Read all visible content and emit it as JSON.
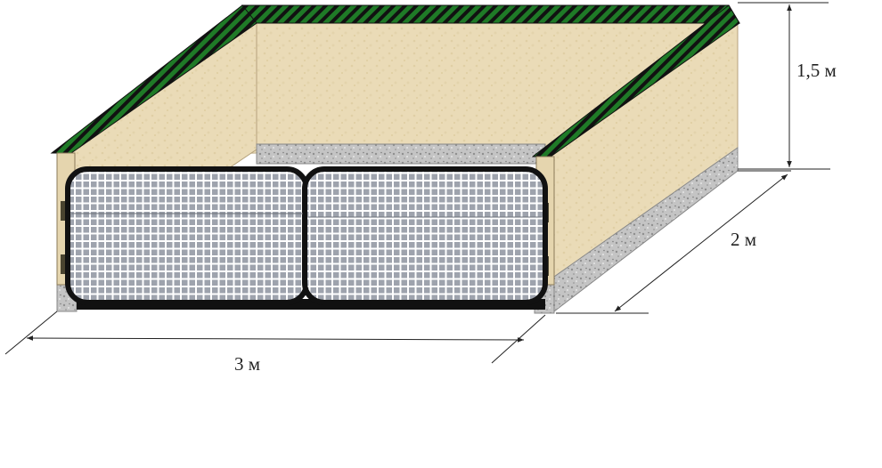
{
  "dimensions": {
    "height": "1,5 м",
    "depth": "2 м",
    "width": "3 м"
  },
  "colors": {
    "wall": "#eadbb7",
    "wall_dark": "#dcc9a2",
    "trim_green": "#1f7a27",
    "trim_black": "#111111",
    "base_gray": "#bdbdbd",
    "mesh_panel": "#9ea3ad",
    "gate_frame": "#111111",
    "dimension_line": "#222222"
  }
}
